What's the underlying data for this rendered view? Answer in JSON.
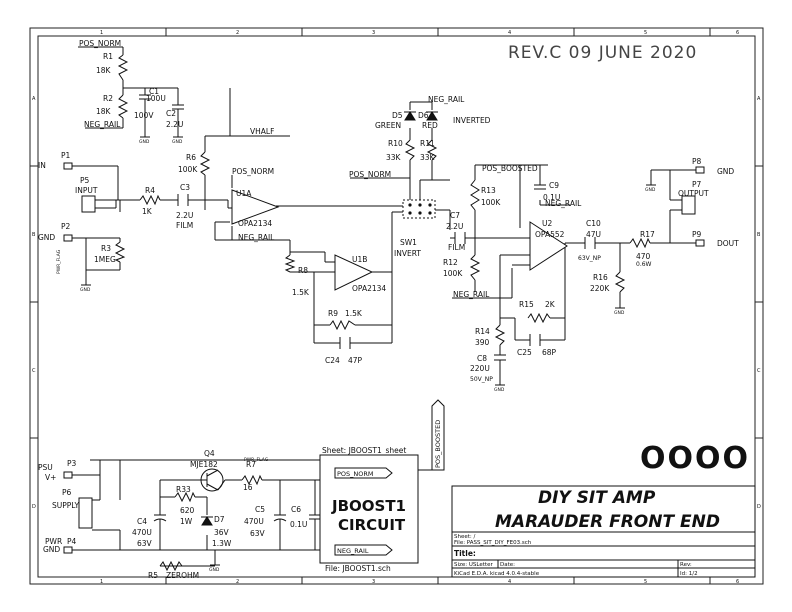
{
  "revision": "REV.C   09 JUNE 2020",
  "title_block": {
    "title_line1": "DIY SIT AMP",
    "title_line2": "MARAUDER  FRONT END",
    "sheet": "Sheet: /",
    "file": "File: PASS_SIT_DIY_FE03.sch",
    "title_label": "Title:",
    "size": "Size: USLetter",
    "date": "Date:",
    "rev": "Rev:",
    "kicad": "KiCad E.D.A.  kicad 4.0.4-stable",
    "id": "Id: 1/2"
  },
  "logo_text": "OOOO",
  "frame": {
    "col_top": [
      "1",
      "2",
      "3",
      "4",
      "5",
      "6"
    ],
    "col_bottom": [
      "1",
      "2",
      "3",
      "4",
      "5",
      "6"
    ],
    "rows_left": [
      "A",
      "B",
      "C",
      "D"
    ],
    "rows_right": [
      "A",
      "B",
      "C",
      "D"
    ]
  },
  "labels": {
    "pos_norm": "POS_NORM",
    "neg_rail": "NEG_RAIL",
    "vhalf": "VHALF",
    "pos_boosted": "POS_BOOSTED",
    "pwr_flag": "PWR_FLAG",
    "in": "IN",
    "gnd": "GND",
    "dout": "DOUT",
    "inverted": "INVERTED",
    "psu_v": "V+",
    "psu": "PSU",
    "pwr": "PWR",
    "gnd_sym": "GND"
  },
  "components": {
    "R1": "R1",
    "R1v": "18K",
    "R2": "R2",
    "R2v": "18K",
    "C1": "C1",
    "C1v": "100U",
    "C1v2": "100V",
    "C2": "C2",
    "C2v": "2.2U",
    "R6": "R6",
    "R6v": "100K",
    "P1": "P1",
    "P5": "P5",
    "P5v": "INPUT",
    "P2": "P2",
    "R4": "R4",
    "R4v": "1K",
    "C3": "C3",
    "C3v": "2.2U",
    "C3v2": "FILM",
    "R3": "R3",
    "R3v": "1MEG",
    "U1A": "U1A",
    "U1Av": "OPA2134",
    "R8": "R8",
    "R8v": "1.5K",
    "U1B": "U1B",
    "U1Bv": "OPA2134",
    "R9": "R9",
    "R9v": "1.5K",
    "C24": "C24",
    "C24v": "47P",
    "D5": "D5",
    "D5v": "GREEN",
    "D6": "D6",
    "D6v": "RED",
    "R10": "R10",
    "R10v": "33K",
    "R11": "R11",
    "R11v": "33K",
    "SW1": "SW1",
    "SW1v": "INVERT",
    "R13": "R13",
    "R13v": "100K",
    "C9": "C9",
    "C9v": "0.1U",
    "C7": "C7",
    "C7v": "2.2U",
    "C7v2": "FILM",
    "R12": "R12",
    "R12v": "100K",
    "U2": "U2",
    "U2v": "OPA552",
    "C10": "C10",
    "C10v": "47U",
    "C10v2": "63V_NP",
    "R17": "R17",
    "R17v": "470",
    "R17v2": "0.6W",
    "R16": "R16",
    "R16v": "220K",
    "P8": "P8",
    "P7": "P7",
    "P7v": "OUTPUT",
    "P9": "P9",
    "R15": "R15",
    "R15v": "2K",
    "R14": "R14",
    "R14v": "390",
    "C8": "C8",
    "C8v": "220U",
    "C8v2": "50V_NP",
    "C25": "C25",
    "C25v": "68P",
    "P3": "P3",
    "P6": "P6",
    "P6v": "SUPPLY",
    "P4": "P4",
    "Q4": "Q4",
    "Q4v": "MJE182",
    "R33": "R33",
    "R33v": "620",
    "R33v2": "1W",
    "C4": "C4",
    "C4v": "470U",
    "C4v2": "63V",
    "D7": "D7",
    "D7v": "36V",
    "D7v2": "1.3W",
    "R7": "R7",
    "R7v": "16",
    "C5": "C5",
    "C5v": "470U",
    "C5v2": "63V",
    "C6": "C6",
    "C6v": "0.1U",
    "R5": "R5",
    "R5v": "ZEROHM"
  },
  "sheet": {
    "header": "Sheet: JBOOST1_sheet",
    "title1": "JBOOST1",
    "title2": "CIRCUIT",
    "file": "File: JBOOST1.sch",
    "pin1": "POS_NORM",
    "pin2": "NEG_RAIL",
    "out": "POS_BOOSTED"
  }
}
